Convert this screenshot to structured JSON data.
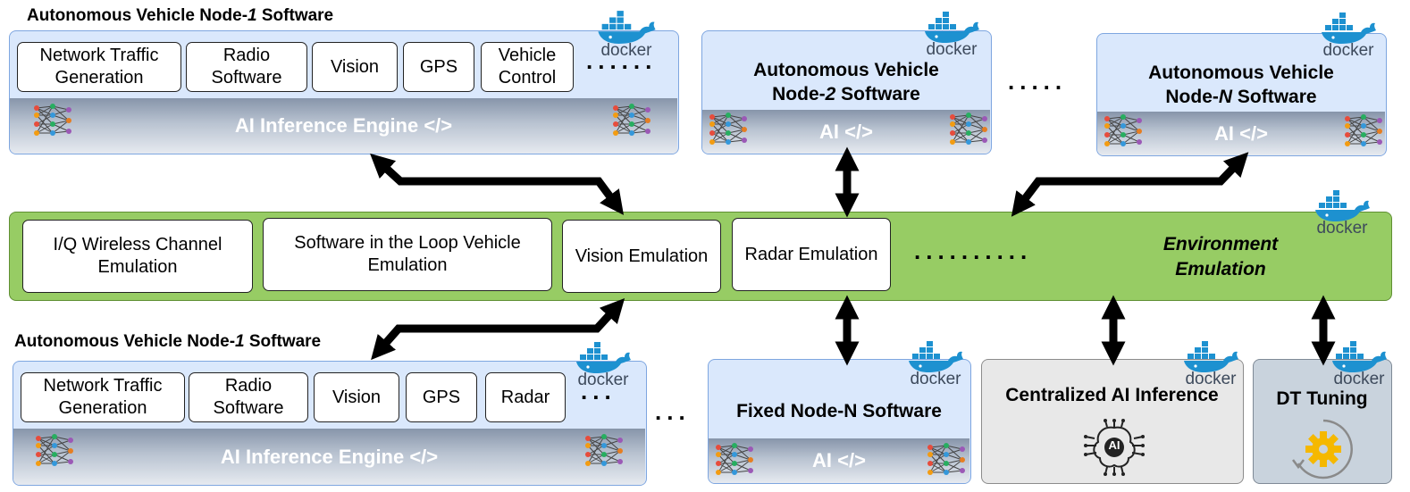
{
  "colors": {
    "panel": "#dae8fc",
    "environment": "#97cc64",
    "centralized": "#e8e8e8",
    "dt": "#c9d3dd",
    "gear": "#f5b800"
  },
  "icons": [
    "docker-icon",
    "neural-network-icon",
    "ai-brain-icon",
    "gear-icon"
  ],
  "docker_label": "docker",
  "top_node1": {
    "title_pre": "Autonomous Vehicle Node-",
    "title_num": "1",
    "title_post": " Software",
    "components": [
      "Network Traffic Generation",
      "Radio Software",
      "Vision",
      "GPS",
      "Vehicle Control"
    ],
    "dots": "......",
    "engine": "AI Inference Engine </>"
  },
  "node2": {
    "line1": "Autonomous Vehicle",
    "line2_pre": "Node-",
    "line2_num": "2",
    "line2_post": " Software",
    "ai": "AI </>"
  },
  "nodeN": {
    "line1": "Autonomous Vehicle",
    "line2_pre": "Node-",
    "line2_num": "N",
    "line2_post": " Software",
    "ai": "AI </>"
  },
  "between_dots": ".....",
  "environment": {
    "components": [
      "I/Q Wireless Channel Emulation",
      "Software in the Loop Vehicle Emulation",
      "Vision Emulation",
      "Radar Emulation"
    ],
    "dots": "..........",
    "label_line1": "Environment",
    "label_line2": "Emulation"
  },
  "bottom_node1": {
    "title_pre": "Autonomous Vehicle Node-",
    "title_num": "1",
    "title_post": " Software",
    "components": [
      "Network Traffic Generation",
      "Radio Software",
      "Vision",
      "GPS",
      "Radar"
    ],
    "dots": "...",
    "engine": "AI Inference Engine </>"
  },
  "bottom_between_dots": "...",
  "fixed_node": {
    "label": "Fixed Node-N Software",
    "ai": "AI </>"
  },
  "centralized": {
    "label": "Centralized AI Inference",
    "icon_text": "AI"
  },
  "dt_tuning": {
    "label": "DT Tuning"
  }
}
